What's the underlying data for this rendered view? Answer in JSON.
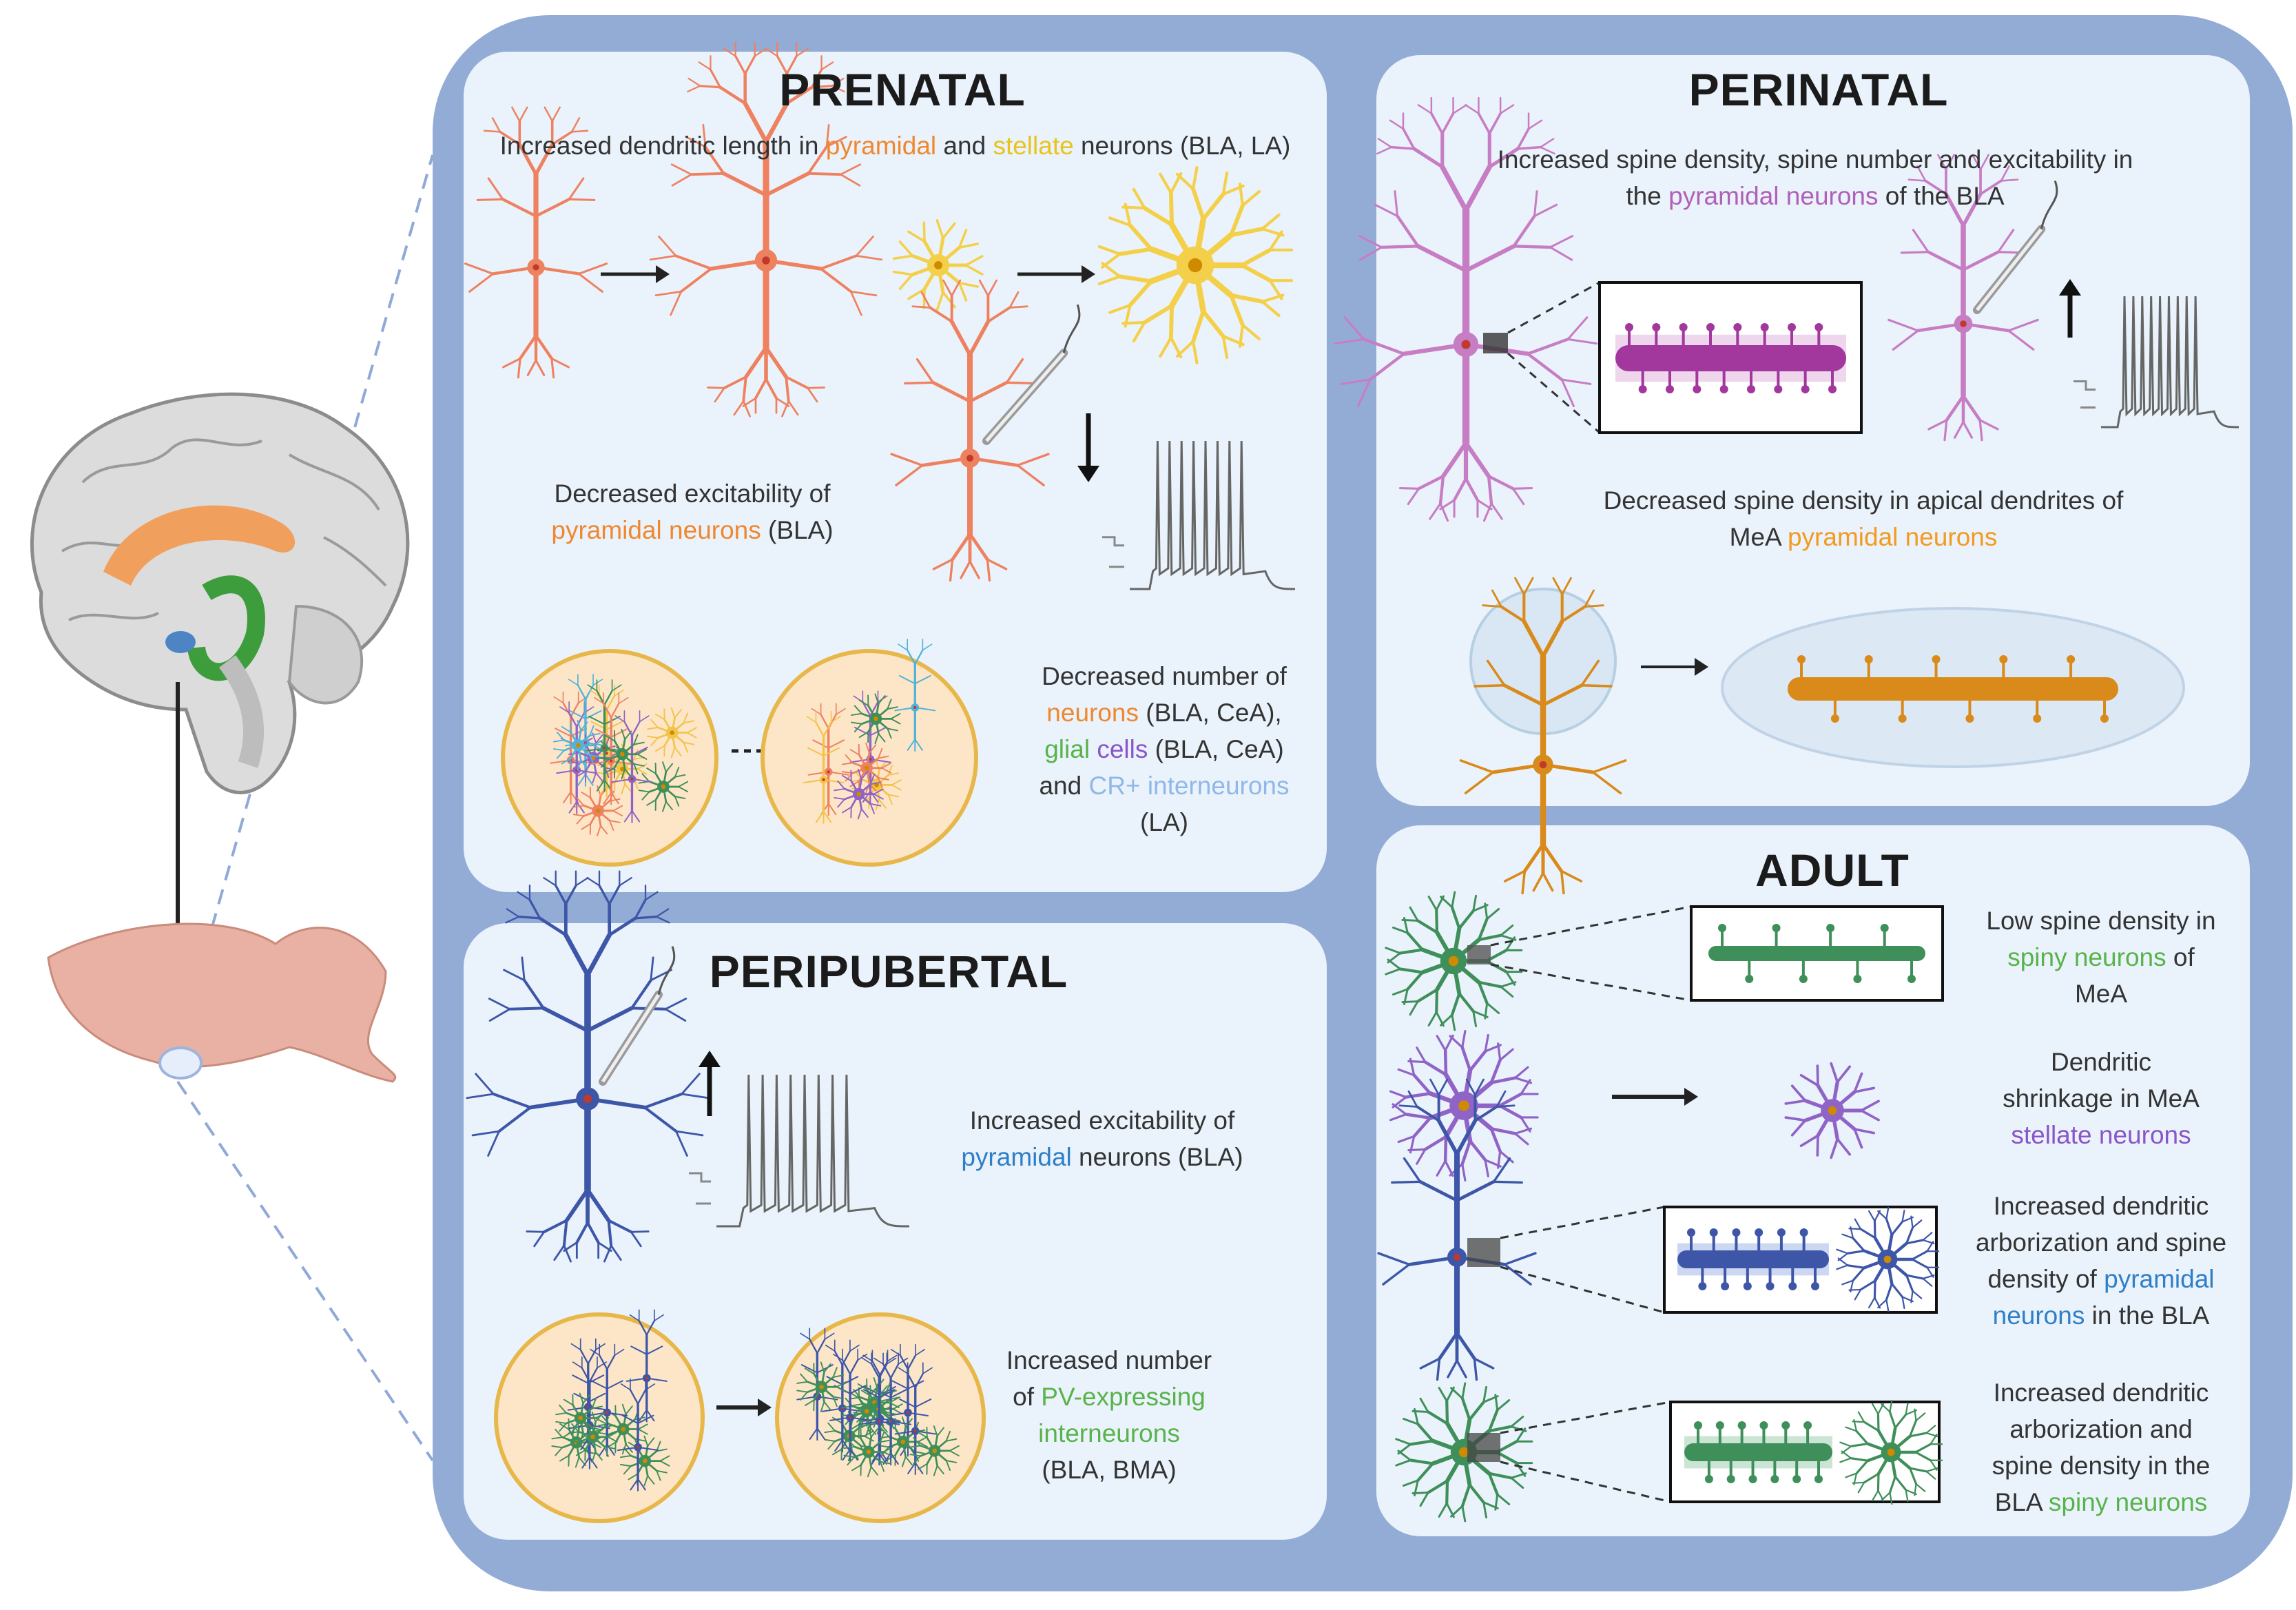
{
  "colors": {
    "frame": "#93acd6",
    "panel": "#eaf3fb",
    "pyramidal_orange": "#ee8160",
    "stellate_yellow": "#f4d04a",
    "perinatal_pink": "#c77dc4",
    "spine_magenta": "#a2379d",
    "mea_orange": "#d98a1a",
    "adult_green": "#3f8f5a",
    "adult_violet": "#9063c6",
    "adult_blue": "#3d56a8",
    "brain_gray": "#d8d8d8",
    "rodent_pink": "#e9b1a3"
  },
  "prenatal": {
    "title": "PRENATAL",
    "line1": {
      "a": "Increased dendritic length in ",
      "b": "pyramidal",
      "c": " and ",
      "d": "stellate",
      "e": " neurons (BLA, LA)"
    },
    "excit": {
      "a": "Decreased  excitability of",
      "b": "pyramidal neurons",
      "c": " (BLA)"
    },
    "number": {
      "l1": "Decreased number of",
      "l2a": "neurons",
      "l2b": " (BLA, CeA),",
      "l3a": "glial ",
      "l3b": "cells",
      "l3c": " (BLA, CeA)",
      "l4a": "and ",
      "l4b": "CR+ interneurons",
      "l5": "(LA)"
    }
  },
  "perinatal": {
    "title": "PERINATAL",
    "line1": {
      "a": "Increased spine density, spine number and excitability in",
      "b": "the ",
      "c": "pyramidal neurons",
      "d": " of the BLA"
    },
    "line2": {
      "a": "Decreased spine density in apical dendrites of",
      "b": "MeA ",
      "c": "pyramidal neurons"
    }
  },
  "peripubertal": {
    "title": "PERIPUBERTAL",
    "excit": {
      "a": "Increased excitability of",
      "b": "pyramidal",
      "c": " neurons (BLA)"
    },
    "pv": {
      "l1": "Increased number",
      "l2a": "of ",
      "l2b": "PV-expressing",
      "l3": "interneurons",
      "l4": "(BLA, BMA)"
    }
  },
  "adult": {
    "title": "ADULT",
    "item1": {
      "l1": "Low spine density in",
      "l2a": "spiny neurons",
      "l2b": " of",
      "l3": "MeA"
    },
    "item2": {
      "l1": "Dendritic",
      "l2": "shrinkage in MeA",
      "l3": "stellate neurons"
    },
    "item3": {
      "l1": "Increased dendritic",
      "l2": "arborization and spine",
      "l3a": "density of ",
      "l3b": "pyramidal",
      "l4a": "neurons",
      "l4b": " in the BLA"
    },
    "item4": {
      "l1": "Increased dendritic",
      "l2": "arborization and",
      "l3": "spine density in the",
      "l4a": "BLA ",
      "l4b": "spiny neurons"
    }
  }
}
